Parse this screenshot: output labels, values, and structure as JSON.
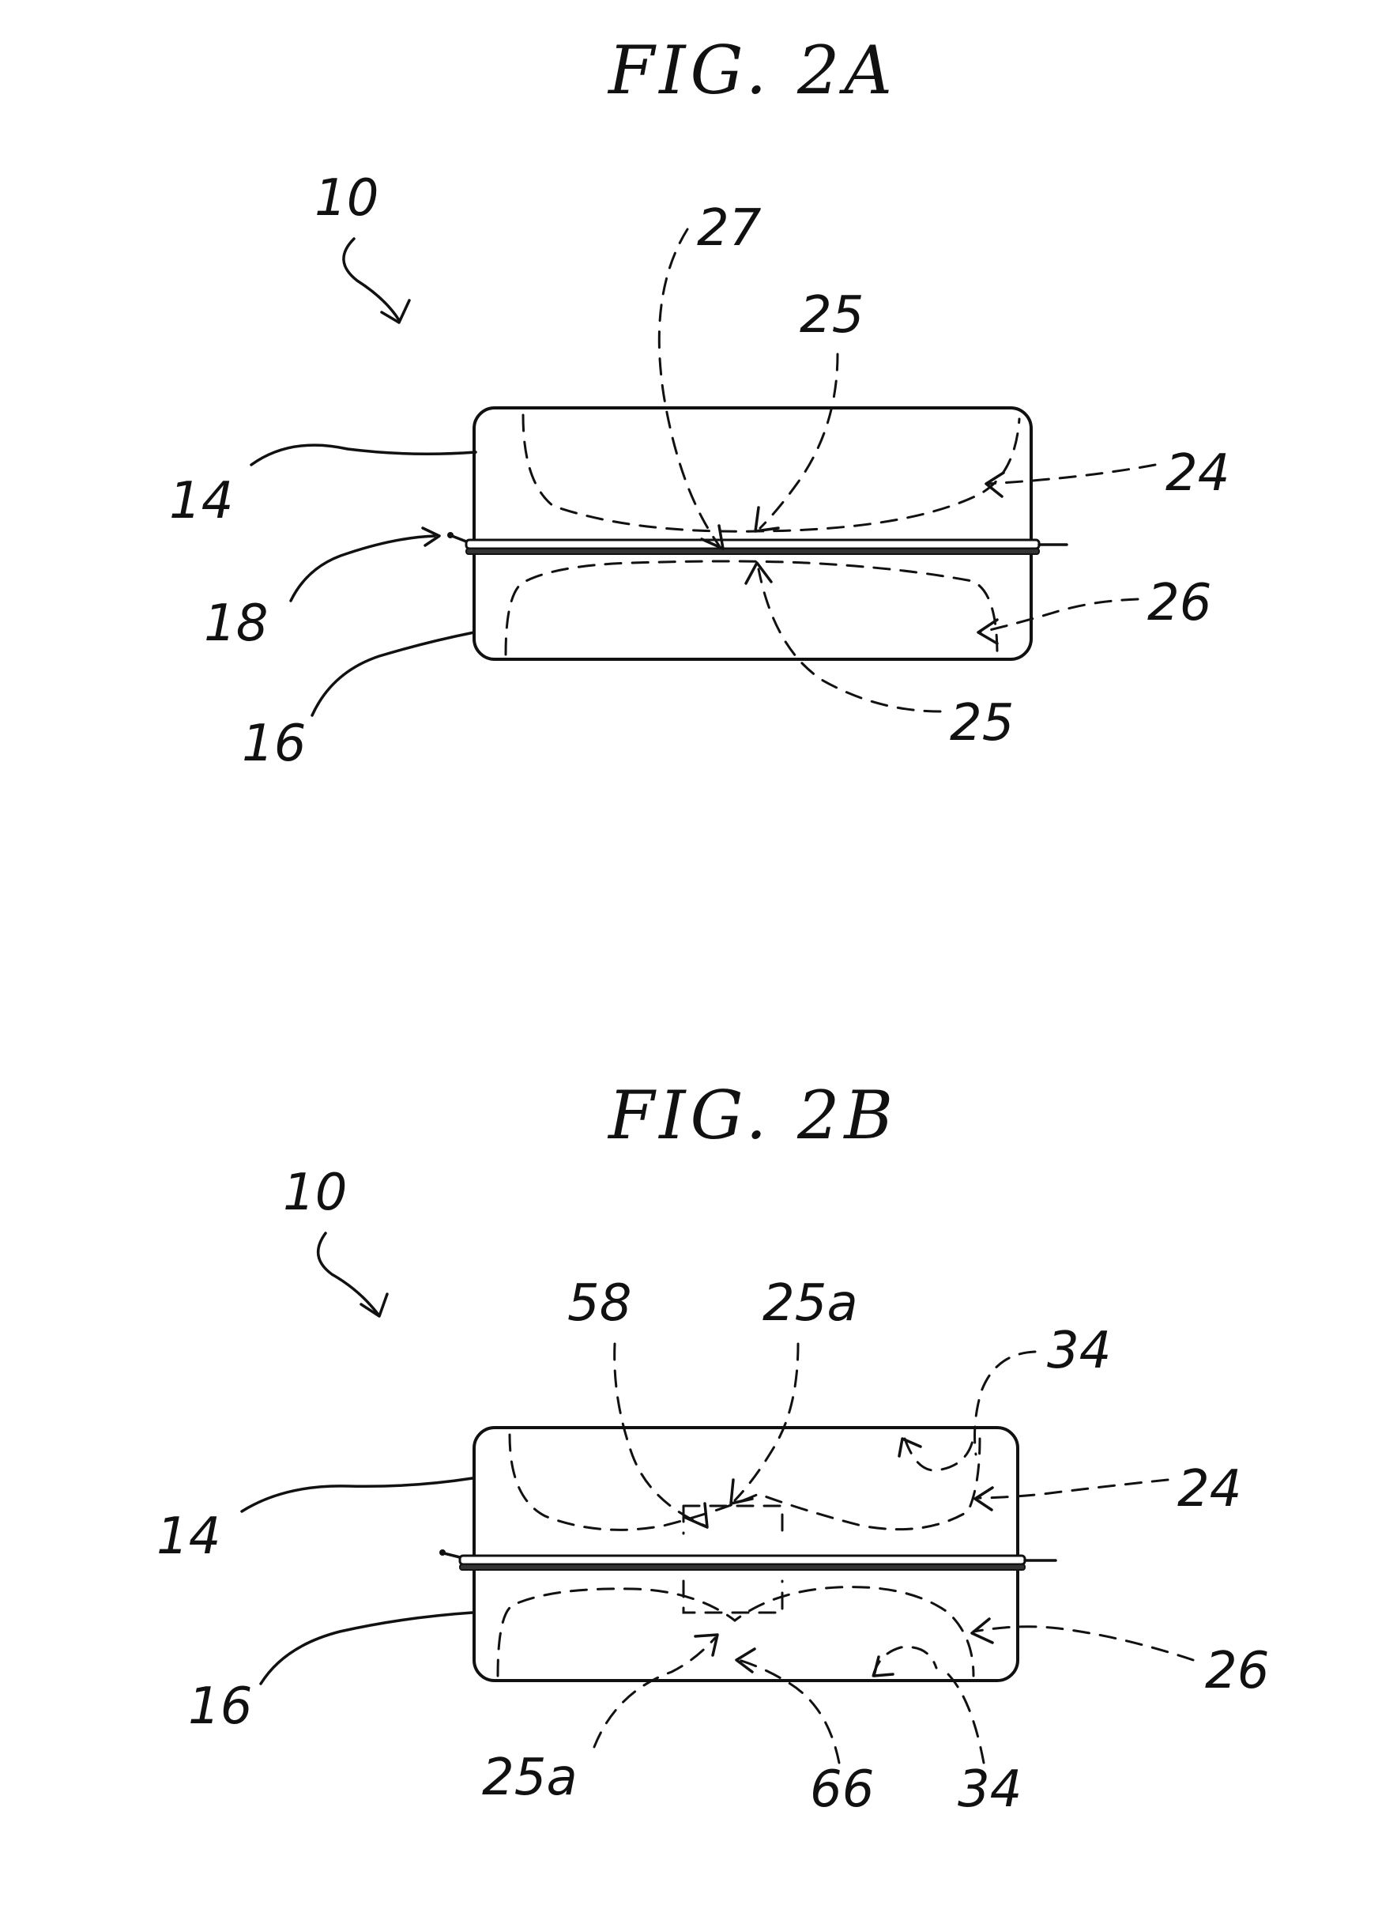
{
  "figure_a": {
    "title": "FIG. 2A",
    "labels": {
      "ref_10": "10",
      "ref_27": "27",
      "ref_25_top": "25",
      "ref_14": "14",
      "ref_24": "24",
      "ref_18": "18",
      "ref_26": "26",
      "ref_16": "16",
      "ref_25_bottom": "25"
    }
  },
  "figure_b": {
    "title": "FIG. 2B",
    "labels": {
      "ref_10": "10",
      "ref_58": "58",
      "ref_25a_top": "25a",
      "ref_34_top": "34",
      "ref_14": "14",
      "ref_24": "24",
      "ref_16": "16",
      "ref_26": "26",
      "ref_25a_bottom": "25a",
      "ref_66": "66",
      "ref_34_bottom": "34"
    }
  }
}
